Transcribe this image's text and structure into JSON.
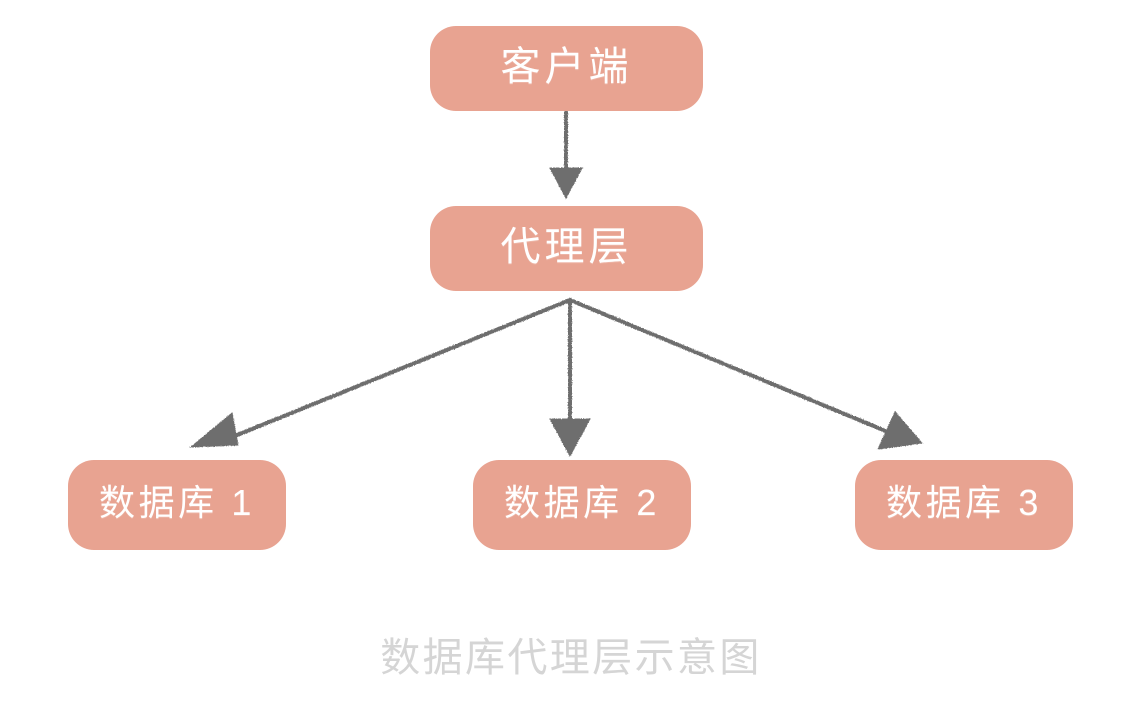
{
  "diagram": {
    "title": "数据库代理层示意图",
    "background_color": "#ffffff",
    "node_fill_color": "#e8a391",
    "node_text_color": "#ffffff",
    "edge_color": "#6e6e6e",
    "caption_color": "#d5d5d5",
    "style": "hand-drawn sketch",
    "nodes": [
      {
        "id": "client",
        "label": "客户端"
      },
      {
        "id": "proxy",
        "label": "代理层"
      },
      {
        "id": "db1",
        "label": "数据库 1"
      },
      {
        "id": "db2",
        "label": "数据库 2"
      },
      {
        "id": "db3",
        "label": "数据库 3"
      }
    ],
    "edges": [
      {
        "from": "client",
        "to": "proxy",
        "arrow": "down"
      },
      {
        "from": "proxy",
        "to": "db1",
        "arrow": "down-left"
      },
      {
        "from": "proxy",
        "to": "db2",
        "arrow": "down"
      },
      {
        "from": "proxy",
        "to": "db3",
        "arrow": "down-right"
      }
    ]
  }
}
